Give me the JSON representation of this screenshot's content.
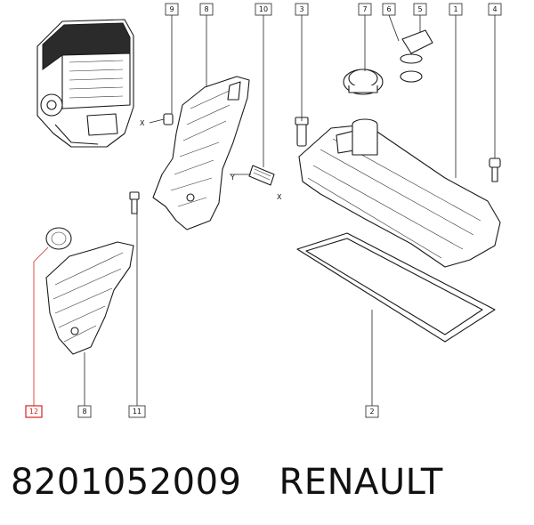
{
  "caption": {
    "part_number": "8201052009",
    "brand": "RENAULT"
  },
  "callouts": [
    {
      "id": "c9",
      "label": "9"
    },
    {
      "id": "c8t",
      "label": "8"
    },
    {
      "id": "c10",
      "label": "10"
    },
    {
      "id": "c3",
      "label": "3"
    },
    {
      "id": "c7",
      "label": "7"
    },
    {
      "id": "c6",
      "label": "6"
    },
    {
      "id": "c5",
      "label": "5"
    },
    {
      "id": "c1",
      "label": "1"
    },
    {
      "id": "c4",
      "label": "4"
    },
    {
      "id": "c12",
      "label": "12"
    },
    {
      "id": "c8b",
      "label": "8"
    },
    {
      "id": "c11",
      "label": "11"
    },
    {
      "id": "c2",
      "label": "2"
    }
  ],
  "axis_labels": {
    "x1": "X",
    "x2": "X",
    "y": "Y"
  },
  "colors": {
    "highlight": "#d92020",
    "line": "#1a1a1a"
  }
}
